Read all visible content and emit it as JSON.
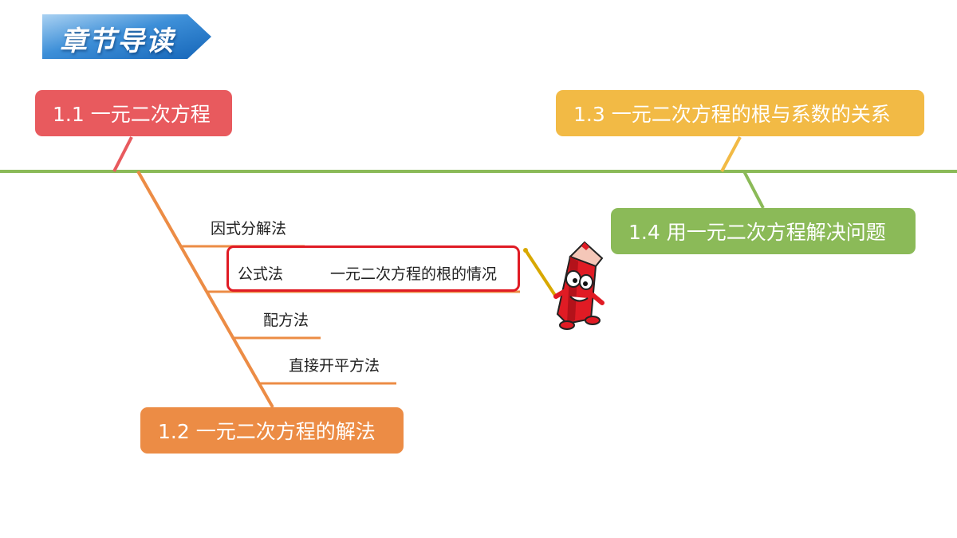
{
  "header": {
    "title": "章节导读"
  },
  "mindmap": {
    "top_left": {
      "label": "1.1 一元二次方程",
      "color": "#e85a5e"
    },
    "bottom_left": {
      "label": "1.2 一元二次方程的解法",
      "color": "#ec8c45"
    },
    "top_right": {
      "label": "1.3 一元二次方程的根与系数的关系",
      "color": "#f2ba45"
    },
    "bottom_right": {
      "label": "1.4 用一元二次方程解决问题",
      "color": "#8bba58"
    },
    "methods": [
      {
        "label": "因式分解法"
      },
      {
        "label": "公式法"
      },
      {
        "label": "配方法"
      },
      {
        "label": "直接开平方法"
      }
    ],
    "highlight_note": "一元二次方程的根的情况",
    "spine_color": "#8bba58"
  }
}
